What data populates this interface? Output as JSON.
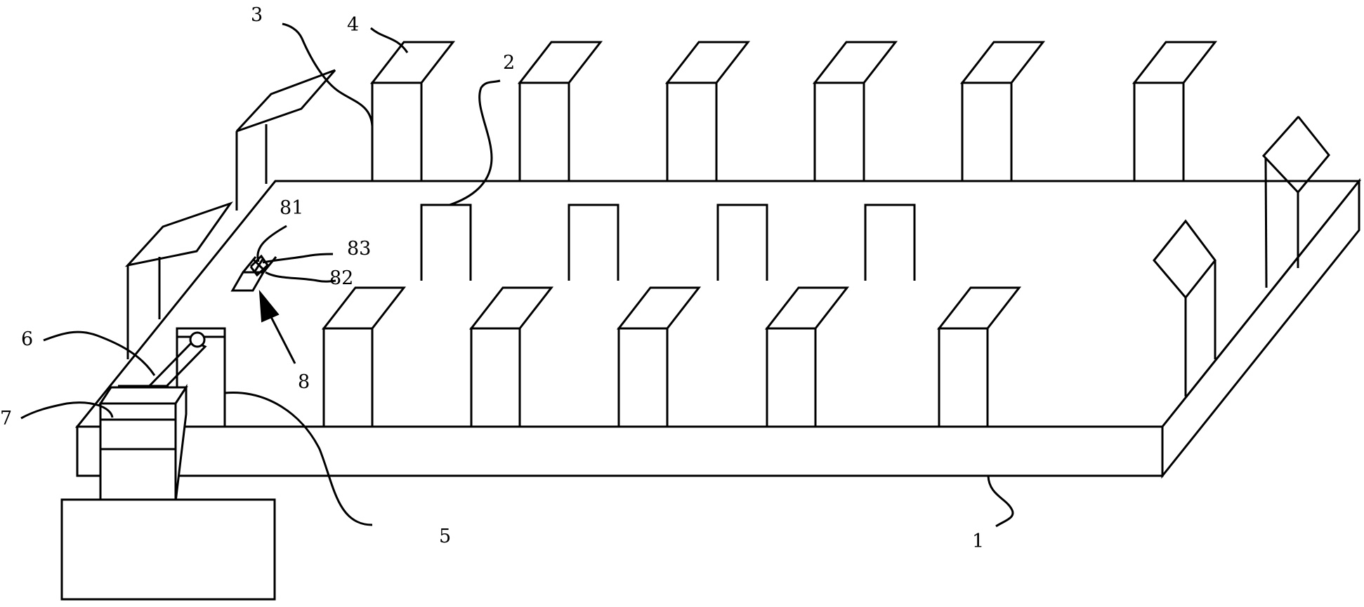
{
  "figure": {
    "type": "patent-line-drawing",
    "stroke_color": "#000000",
    "background": "#ffffff"
  },
  "labels": {
    "l1": "1",
    "l2": "2",
    "l3": "3",
    "l4": "4",
    "l5": "5",
    "l6": "6",
    "l7": "7",
    "l8": "8",
    "l81": "81",
    "l82": "82",
    "l83": "83"
  }
}
